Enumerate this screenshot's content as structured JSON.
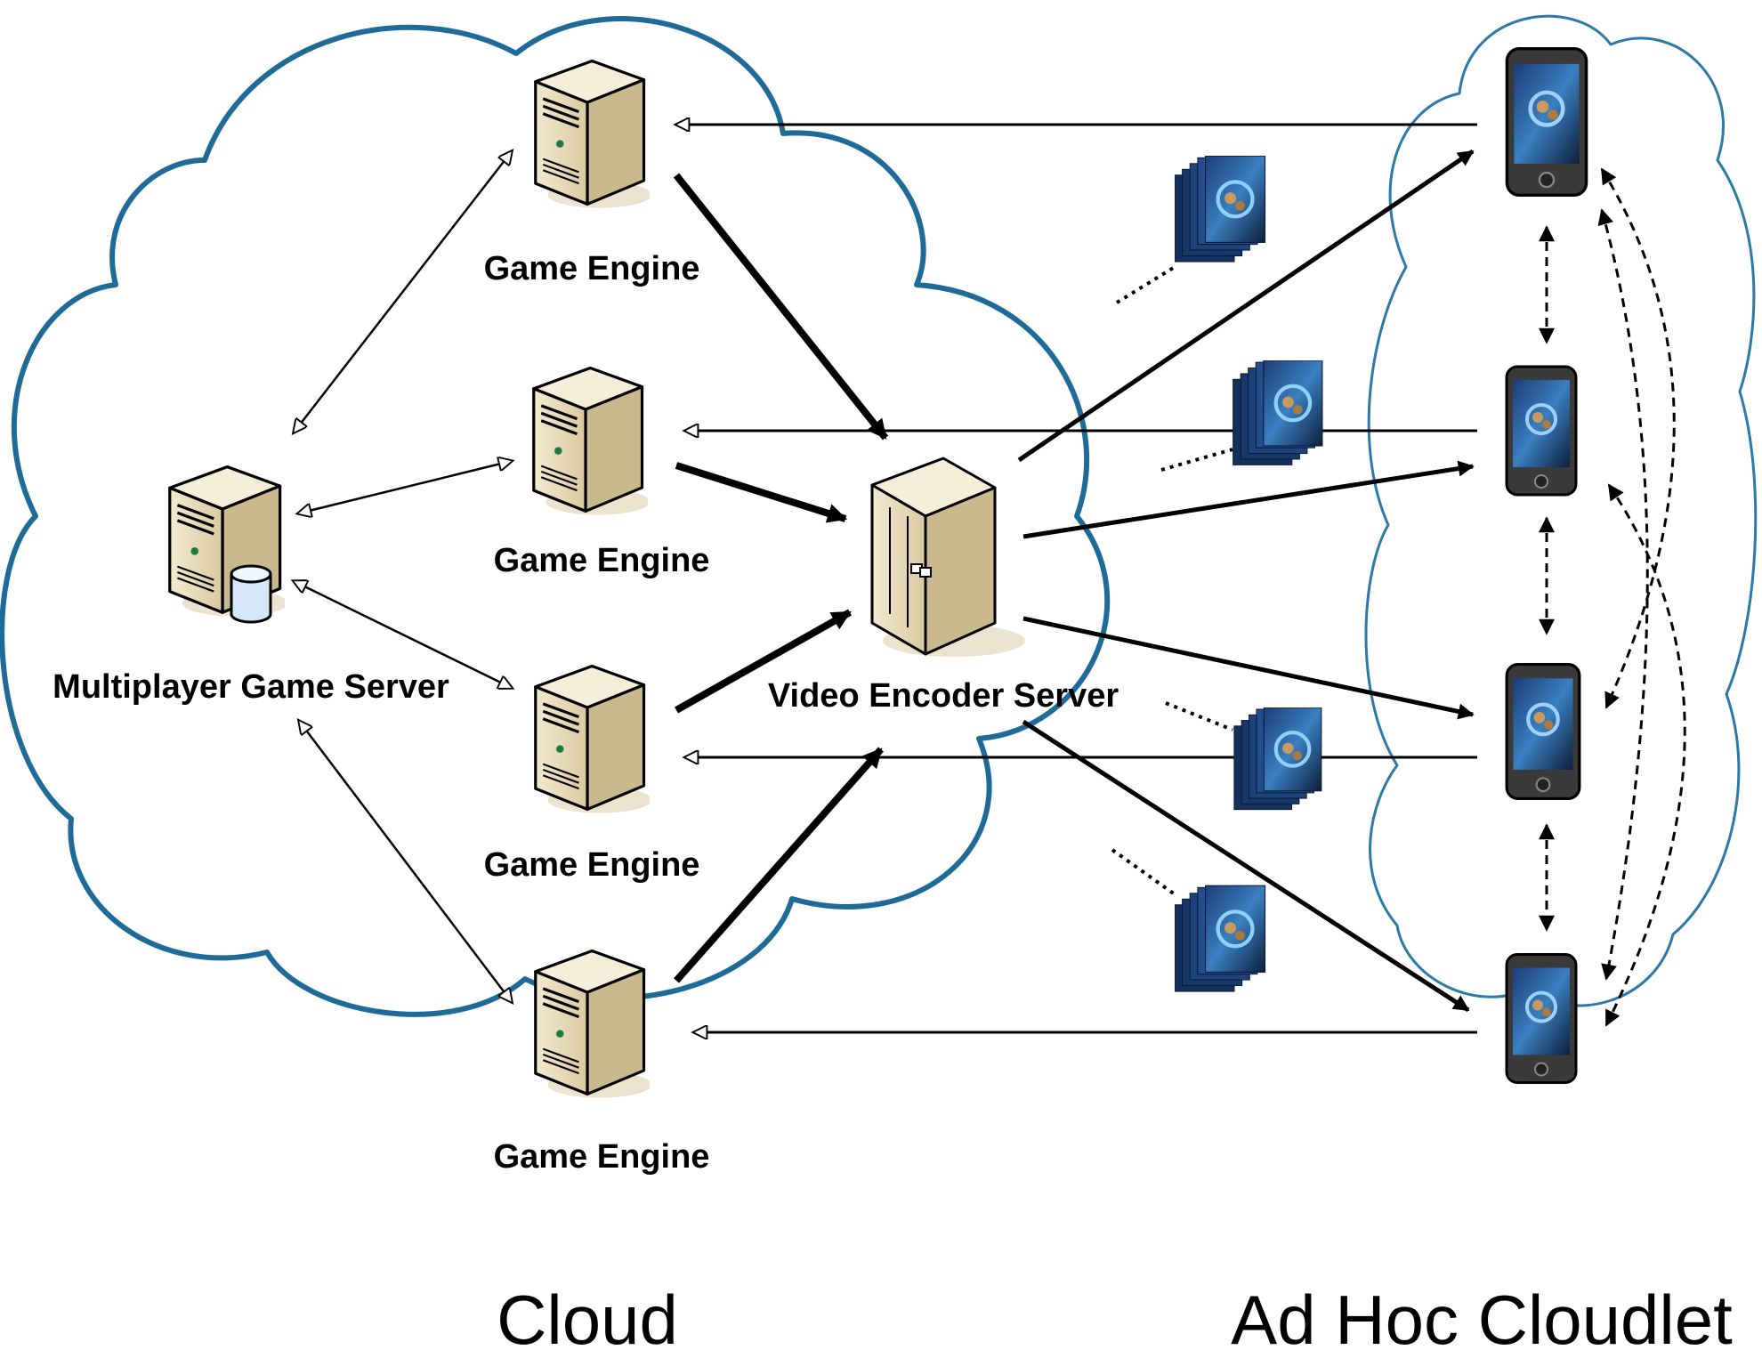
{
  "diagram": {
    "regions": {
      "cloud_label": "Cloud",
      "cloudlet_label": "Ad Hoc Cloudlet",
      "cloud_color": "#1e6a99",
      "cloudlet_color": "#2a79a8"
    },
    "nodes": {
      "game_engine_1": "Game Engine",
      "game_engine_2": "Game Engine",
      "game_engine_3": "Game Engine",
      "game_engine_4": "Game Engine",
      "multiplayer_server": "Multiplayer Game Server",
      "video_encoder": "Video Encoder Server"
    },
    "icons": {
      "server": "server-tower-icon",
      "database": "database-cylinder-icon",
      "encoder": "video-encoder-cabinet-icon",
      "phone": "smartphone-icon",
      "frames": "video-frames-stack-icon"
    }
  }
}
